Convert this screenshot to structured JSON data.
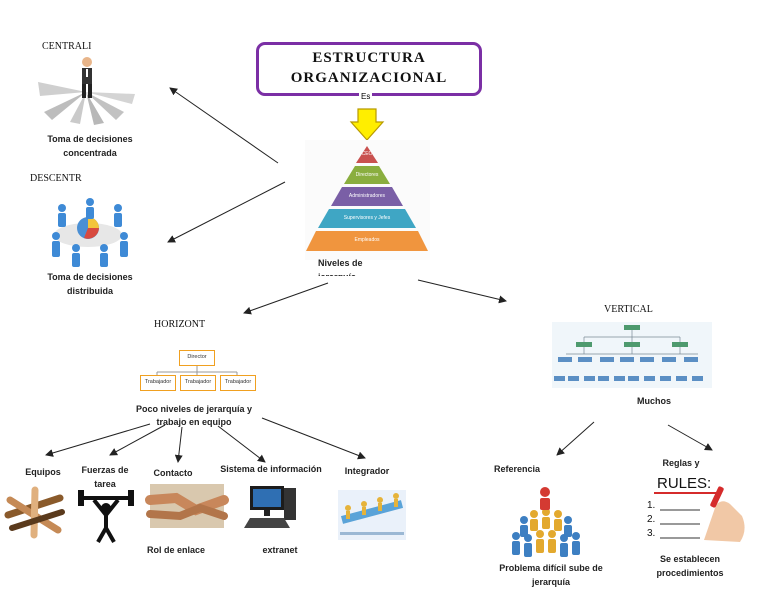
{
  "title": {
    "line1": "ESTRUCTURA",
    "line2": "ORGANIZACIONAL",
    "connector": "Es"
  },
  "pyramid": {
    "levels": [
      "CEO",
      "Directores",
      "Administradores",
      "Supervisores y Jefes",
      "Empleados"
    ],
    "caption": "Niveles de jerarquía"
  },
  "centralized": {
    "heading": "CENTRALI",
    "caption_line1": "Toma de decisiones",
    "caption_line2": "concentrada"
  },
  "decentralized": {
    "heading": "DESCENTR",
    "caption_line1": "Toma de decisiones",
    "caption_line2": "distribuida"
  },
  "horizontal": {
    "heading": "HORIZONT",
    "org": {
      "top": "Director",
      "workers": [
        "Trabajador",
        "Trabajador",
        "Trabajador"
      ]
    },
    "caption_line1": "Poco niveles de jerarquía y",
    "caption_line2": "trabajo en equipo",
    "children": [
      {
        "label": "Equipos",
        "sub": ""
      },
      {
        "label": "Fuerzas de tarea",
        "sub": ""
      },
      {
        "label": "Contacto",
        "sub": "Rol de enlace"
      },
      {
        "label": "Sistema de información",
        "sub": "extranet"
      },
      {
        "label": "Integrador",
        "sub": ""
      }
    ]
  },
  "vertical": {
    "heading": "VERTICAL",
    "caption": "Muchos",
    "children": [
      {
        "label": "Referencia",
        "caption_line1": "Problema difícil sube de",
        "caption_line2": "jerarquía"
      },
      {
        "label": "Reglas y",
        "caption_line1": "Se establecen",
        "caption_line2": "procedimientos"
      }
    ],
    "rules_board": {
      "title": "RULES:",
      "items": [
        "1.",
        "2.",
        "3."
      ]
    }
  },
  "colors": {
    "title_border": "#7b2fa5",
    "arrow_yellow": "#ffee00",
    "org_border": "#f0a020",
    "pyramid": [
      "#c9514f",
      "#8aae3f",
      "#7a5fa6",
      "#3fa6c4",
      "#f0953e"
    ]
  }
}
